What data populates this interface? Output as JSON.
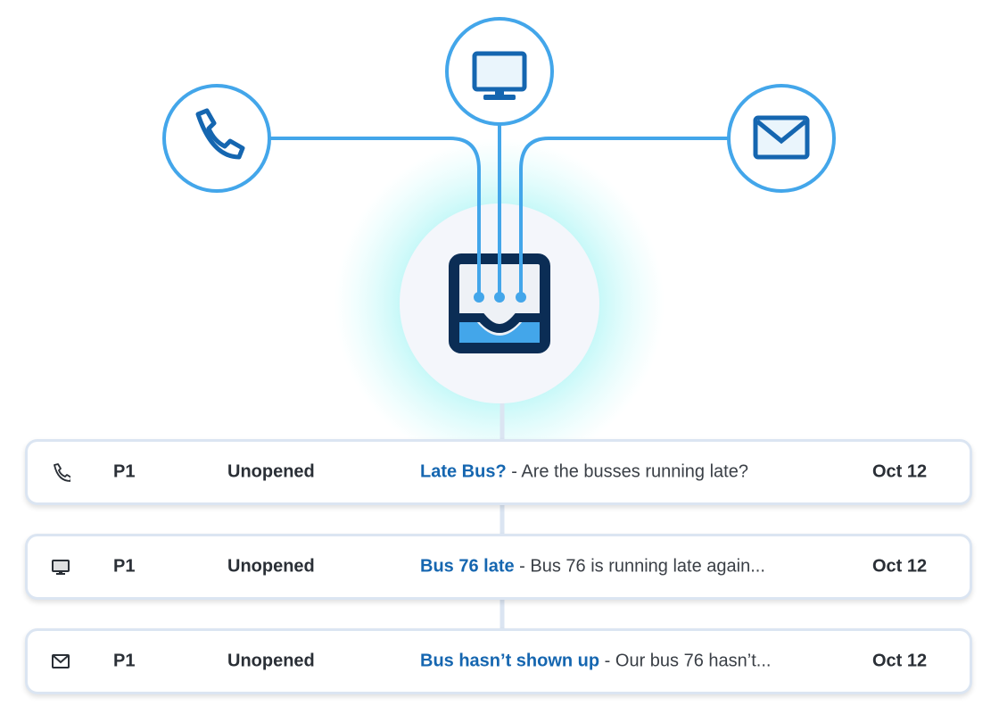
{
  "channels": [
    "phone-icon",
    "monitor-icon",
    "mail-icon"
  ],
  "colors": {
    "accent": "#43a6ea",
    "dark": "#0b2d55",
    "link": "#1566b0"
  },
  "rows": [
    {
      "channel": "phone",
      "priority": "P1",
      "status": "Unopened",
      "title": "Late Bus?",
      "preview": " - Are the busses running late?",
      "date": "Oct 12"
    },
    {
      "channel": "monitor",
      "priority": "P1",
      "status": "Unopened",
      "title": "Bus 76 late",
      "preview": " - Bus 76 is running late again...",
      "date": "Oct 12"
    },
    {
      "channel": "mail",
      "priority": "P1",
      "status": "Unopened",
      "title": "Bus hasn’t shown up",
      "preview": " - Our bus 76 hasn’t...",
      "date": "Oct 12"
    }
  ]
}
